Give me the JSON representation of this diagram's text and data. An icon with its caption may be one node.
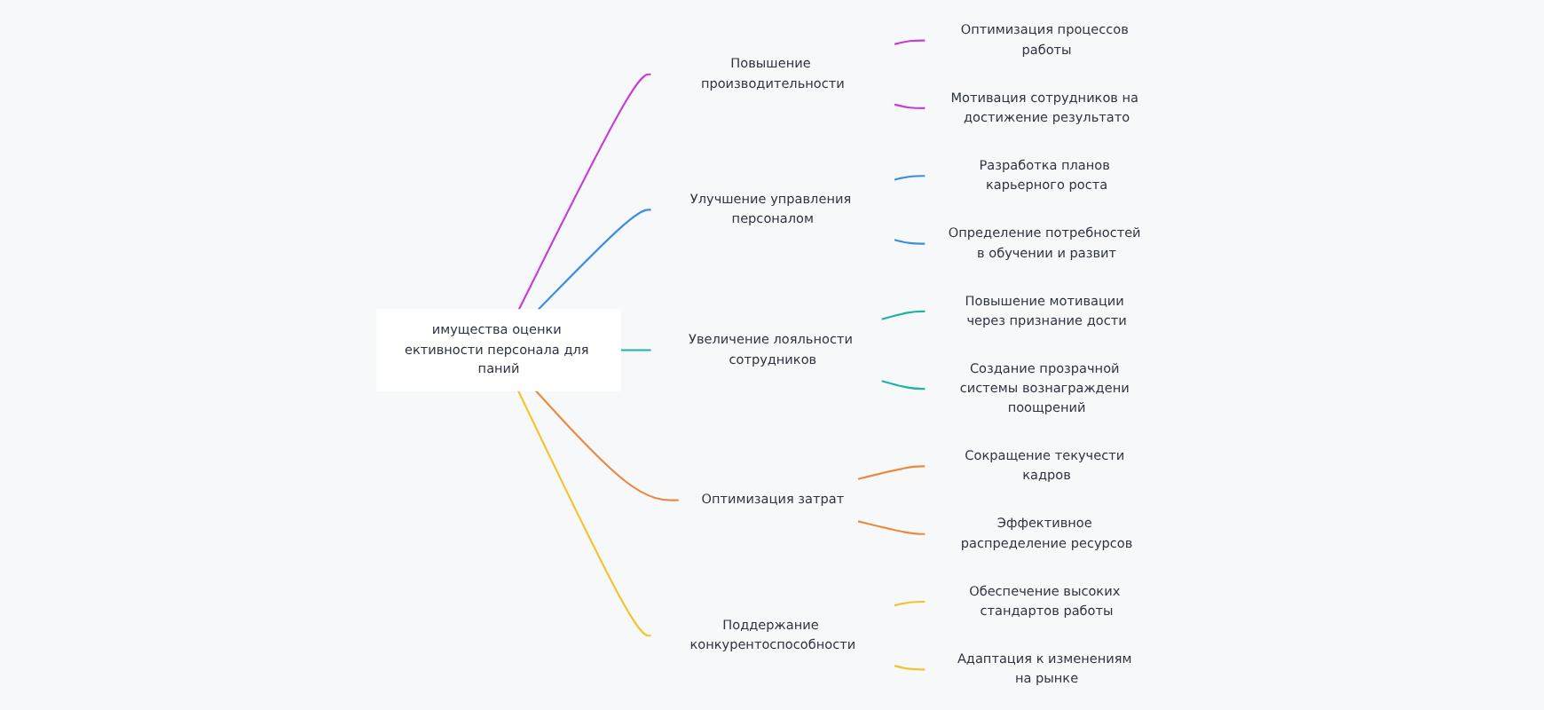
{
  "diagram": {
    "nodes": [
      {
        "text": [
          "имущества оценки ективности персонала для паний"
        ]
      },
      {
        "text": [
          "Повышение производительности"
        ]
      },
      {
        "text": [
          "Оптимизация процессов работы"
        ]
      },
      {
        "text": [
          "Мотивация сотрудников на достижение результато"
        ]
      },
      {
        "text": [
          "Улучшение управления персоналом"
        ]
      },
      {
        "text": [
          "Разработка планов карьерного роста"
        ]
      },
      {
        "text": [
          "Определение потребностей в обучении и развит"
        ]
      },
      {
        "text": [
          "Увеличение лояльности сотрудников"
        ]
      },
      {
        "text": [
          "Повышение мотивации через признание дости"
        ]
      },
      {
        "text": [
          "Создание прозрачной системы вознаграждени поощрений"
        ]
      },
      {
        "text": [
          "Оптимизация затрат"
        ]
      },
      {
        "text": [
          "Сокращение текучести кадров"
        ]
      },
      {
        "text": [
          "Эффективное распределение ресурсов"
        ]
      },
      {
        "text": [
          "Поддержание конкурентоспособности"
        ]
      },
      {
        "text": [
          "Обеспечение высоких стандартов работы"
        ]
      },
      {
        "text": [
          "Адаптация к изменениям на рынке"
        ]
      }
    ],
    "edges": [
      {
        "from": 0,
        "to": 1,
        "arrow": "none",
        "color": "#c53fd3"
      },
      {
        "from": 1,
        "to": 2,
        "arrow": "none",
        "color": "#c53fd3"
      },
      {
        "from": 1,
        "to": 3,
        "arrow": "none",
        "color": "#c53fd3"
      },
      {
        "from": 0,
        "to": 4,
        "arrow": "none",
        "color": "#3a8ee0"
      },
      {
        "from": 4,
        "to": 5,
        "arrow": "none",
        "color": "#3a8ee0"
      },
      {
        "from": 4,
        "to": 6,
        "arrow": "none",
        "color": "#3a8ee0"
      },
      {
        "from": 0,
        "to": 7,
        "arrow": "none",
        "color": "#21b2a2"
      },
      {
        "from": 7,
        "to": 8,
        "arrow": "none",
        "color": "#21b2a2"
      },
      {
        "from": 7,
        "to": 9,
        "arrow": "none",
        "color": "#21b2a2"
      },
      {
        "from": 0,
        "to": 10,
        "arrow": "none",
        "color": "#ea8a3e"
      },
      {
        "from": 10,
        "to": 11,
        "arrow": "none",
        "color": "#ea8a3e"
      },
      {
        "from": 10,
        "to": 12,
        "arrow": "none",
        "color": "#ea8a3e"
      },
      {
        "from": 0,
        "to": 13,
        "arrow": "none",
        "color": "#f4c430"
      },
      {
        "from": 13,
        "to": 14,
        "arrow": "none",
        "color": "#f4c430"
      },
      {
        "from": 13,
        "to": 15,
        "arrow": "none",
        "color": "#f4c430"
      }
    ]
  }
}
